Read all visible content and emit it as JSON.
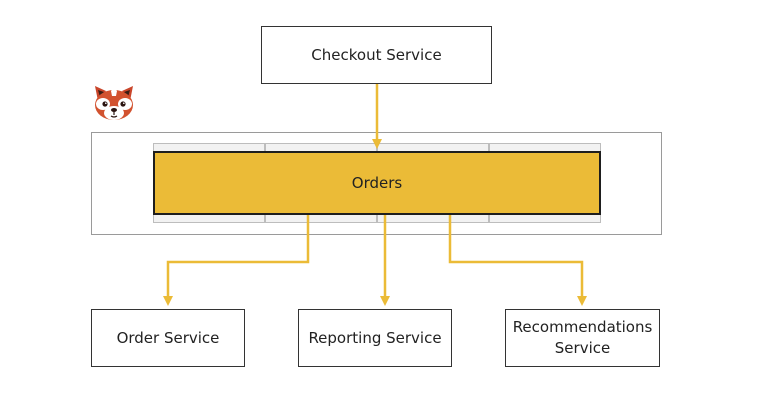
{
  "logo_icon": "red-panda-icon",
  "producers": [
    {
      "id": "checkout",
      "label": "Checkout Service"
    }
  ],
  "topic": {
    "label": "Orders",
    "partition_count": 4,
    "fill_color": "#EBBB37"
  },
  "consumers": [
    {
      "id": "order",
      "label": "Order Service"
    },
    {
      "id": "reporting",
      "label": "Reporting Service"
    },
    {
      "id": "recommendations",
      "label": "Recommendations\nService"
    }
  ],
  "colors": {
    "arrow": "#EBBB37",
    "box_border": "#333333",
    "frame_border": "#9A9A9A",
    "partition_fill": "#F2F2F2"
  }
}
